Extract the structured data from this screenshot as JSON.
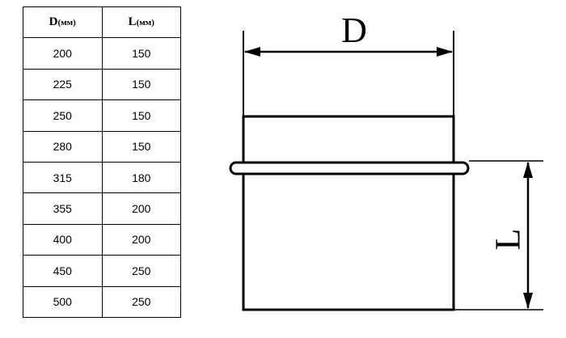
{
  "table": {
    "header": {
      "d": "D",
      "d_unit": "(мм)",
      "l": "L",
      "l_unit": "(мм)"
    },
    "rows": [
      {
        "d": "200",
        "l": "150"
      },
      {
        "d": "225",
        "l": "150"
      },
      {
        "d": "250",
        "l": "150"
      },
      {
        "d": "280",
        "l": "150"
      },
      {
        "d": "315",
        "l": "180"
      },
      {
        "d": "355",
        "l": "200"
      },
      {
        "d": "400",
        "l": "200"
      },
      {
        "d": "450",
        "l": "250"
      },
      {
        "d": "500",
        "l": "250"
      }
    ]
  },
  "drawing": {
    "diameter_label": "D",
    "length_label": "L"
  }
}
